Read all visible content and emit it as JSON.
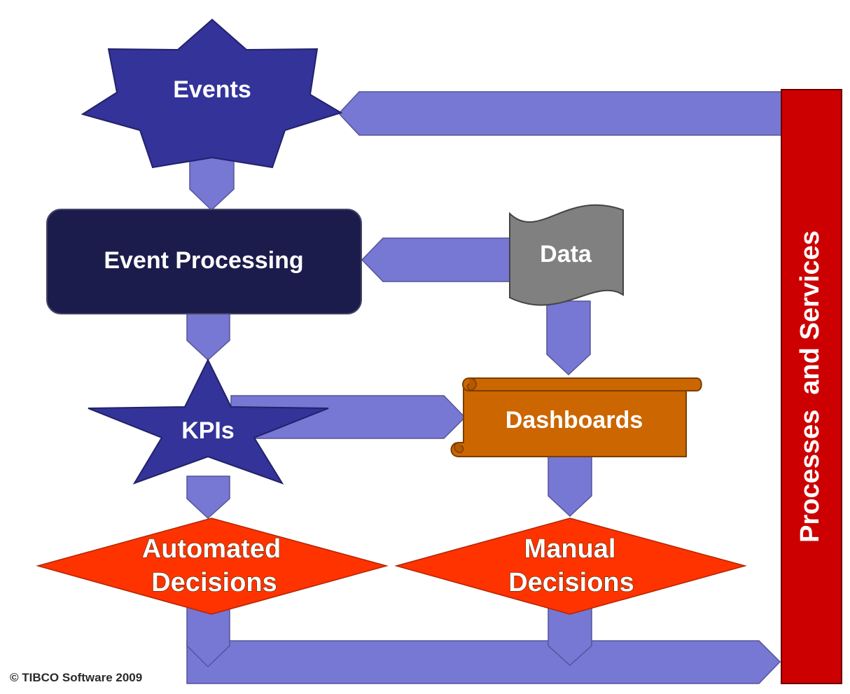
{
  "nodes": {
    "events": "Events",
    "event_processing": "Event Processing",
    "data": "Data",
    "kpis": "KPIs",
    "dashboards": "Dashboards",
    "automated_decisions": [
      "Automated",
      "Decisions"
    ],
    "manual_decisions": [
      "Manual",
      "Decisions"
    ],
    "processes_services": "Processes  and Services"
  },
  "copyright": "© TIBCO Software 2009",
  "colors": {
    "arrow_fill": "#7777d4",
    "star_fill": "#333399",
    "event_processing_fill": "#1c1c4c",
    "data_fill": "#808080",
    "dashboards_fill": "#cc6600",
    "decision_fill": "#ff3300",
    "processes_fill": "#cc0000"
  }
}
